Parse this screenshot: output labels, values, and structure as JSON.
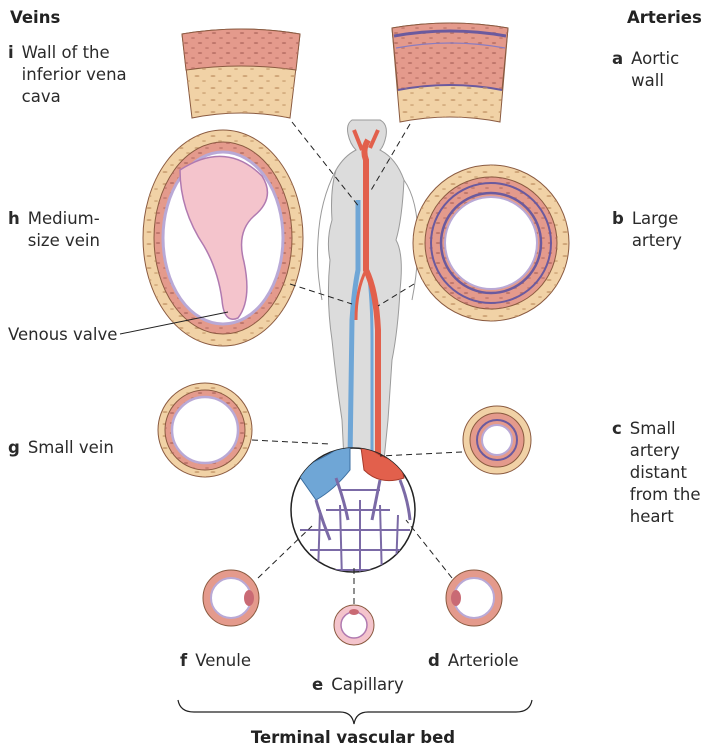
{
  "headers": {
    "veins": "Veins",
    "arteries": "Arteries"
  },
  "veins": {
    "i": {
      "letter": "i",
      "lines": [
        "Wall of the",
        "inferior vena",
        "cava"
      ]
    },
    "h": {
      "letter": "h",
      "lines": [
        "Medium-",
        "size vein"
      ]
    },
    "valve": "Venous valve",
    "g": {
      "letter": "g",
      "text": "Small vein"
    },
    "f": {
      "letter": "f",
      "text": "Venule"
    }
  },
  "arteries": {
    "a": {
      "letter": "a",
      "lines": [
        "Aortic",
        "wall"
      ]
    },
    "b": {
      "letter": "b",
      "lines": [
        "Large",
        "artery"
      ]
    },
    "c": {
      "letter": "c",
      "lines": [
        "Small",
        "artery",
        "distant",
        "from the",
        "heart"
      ]
    },
    "d": {
      "letter": "d",
      "text": "Arteriole"
    }
  },
  "capillary": {
    "letter": "e",
    "text": "Capillary"
  },
  "footer": "Terminal vascular bed",
  "colors": {
    "tunica_media": "#e49a8c",
    "adventitia": "#f1d2a6",
    "intima": "#b9a9d6",
    "artery_red": "#e2604c",
    "vein_blue": "#6fa6d6",
    "body": "#dcdcdc",
    "capillary_net": "#7b6aa6"
  }
}
